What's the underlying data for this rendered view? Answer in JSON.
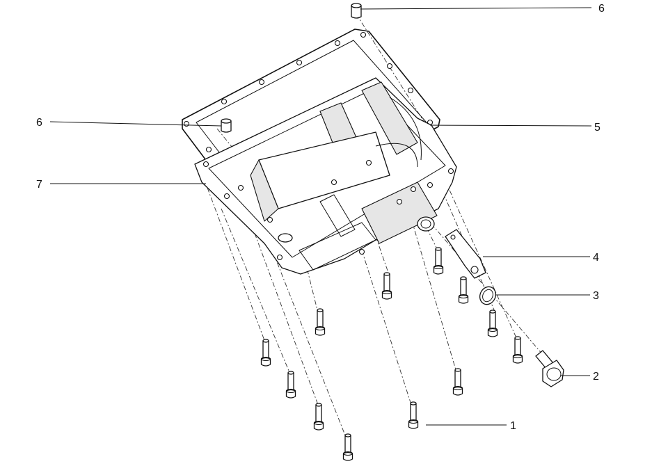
{
  "callouts": {
    "c1": "1",
    "c2": "2",
    "c3": "3",
    "c4": "4",
    "c5": "5",
    "c6_top": "6",
    "c6_left": "6",
    "c7": "7"
  }
}
